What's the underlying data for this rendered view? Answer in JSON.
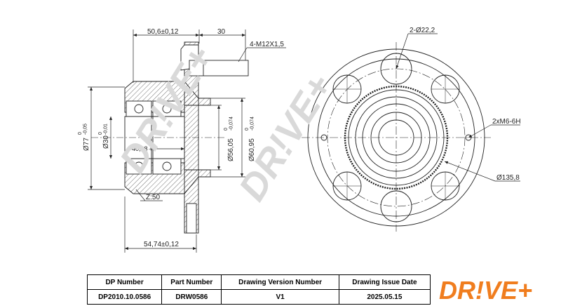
{
  "dimensions": {
    "flange_offset": "50,6±0,12",
    "stud_length": "30",
    "stud_thread": "4-M12X1,5",
    "outer_diameter": "Ø77",
    "outer_diameter_tol": "0\n-0,05",
    "inner_bore_diameter": "Ø30",
    "inner_bore_tol": "0\n-0,01",
    "inner_width": "40,88",
    "inner_width_tol": "0\n-0,2",
    "pilot_56": "Ø56,05",
    "pilot_56_tol": "0\n-0,074",
    "pilot_60": "Ø60,95",
    "pilot_60_tol": "0\n-0,074",
    "tone_ring_teeth": "Z:50",
    "overall_width": "54,74±0,12",
    "hole_diameter": "2-Ø22,2",
    "screw_thread": "2xM6-6H",
    "pcd": "Ø135,8"
  },
  "watermark": "DR!VE+",
  "table": {
    "headers": [
      "DP Number",
      "Part Number",
      "Drawing Version Number",
      "Drawing Issue Date"
    ],
    "values": [
      "DP2010.10.0586",
      "DRW0586",
      "V1",
      "2025.05.15"
    ]
  },
  "logo": "DR!VE+",
  "colors": {
    "logo_orange": "#f07d1e",
    "line": "#222222"
  }
}
